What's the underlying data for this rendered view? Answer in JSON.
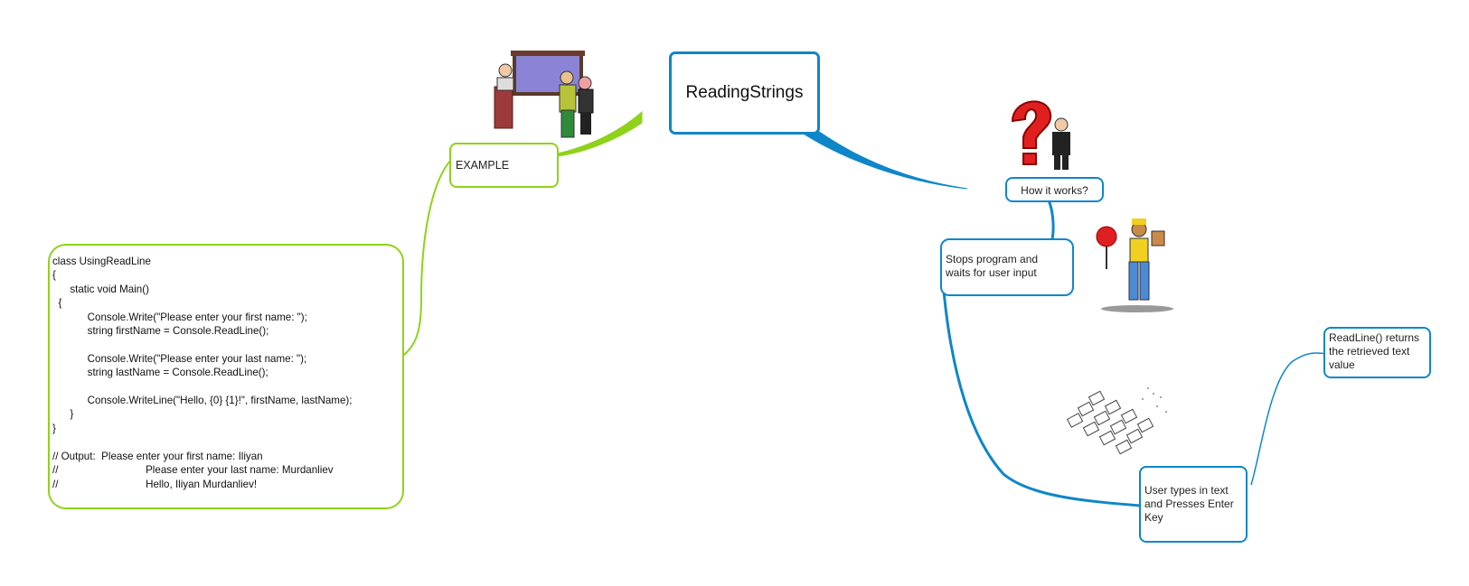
{
  "colors": {
    "central_border": "#0f86c9",
    "blue_branch": "#0f86c9",
    "green_branch": "#8fd21a",
    "background": "#ffffff"
  },
  "central": {
    "label": "ReadingStrings"
  },
  "nodes": {
    "example": {
      "label": "EXAMPLE"
    },
    "code": {
      "text": "class UsingReadLine\n{\n      static void Main()\n  {\n            Console.Write(\"Please enter your first name: \");\n            string firstName = Console.ReadLine();\n\n            Console.Write(\"Please enter your last name: \");\n            string lastName = Console.ReadLine();\n\n            Console.WriteLine(\"Hello, {0} {1}!\", firstName, lastName);\n      }\n}\n\n// Output:  Please enter your first name: Iliyan\n//                              Please enter your last name: Murdanliev\n//                              Hello, Iliyan Murdanliev!"
    },
    "how_it_works": {
      "label": "How it works?"
    },
    "stops_program": {
      "label": "Stops program and\nwaits for user input"
    },
    "user_types": {
      "label": "User types in text\nand Presses Enter\nKey"
    },
    "readline_returns": {
      "label": "ReadLine() returns\nthe retrieved text\nvalue"
    }
  },
  "icons": {
    "example": "presentation-people-icon",
    "how_it_works": "question-mark-man-icon",
    "stops_program": "stop-sign-person-icon",
    "user_types": "keyboard-icon"
  }
}
